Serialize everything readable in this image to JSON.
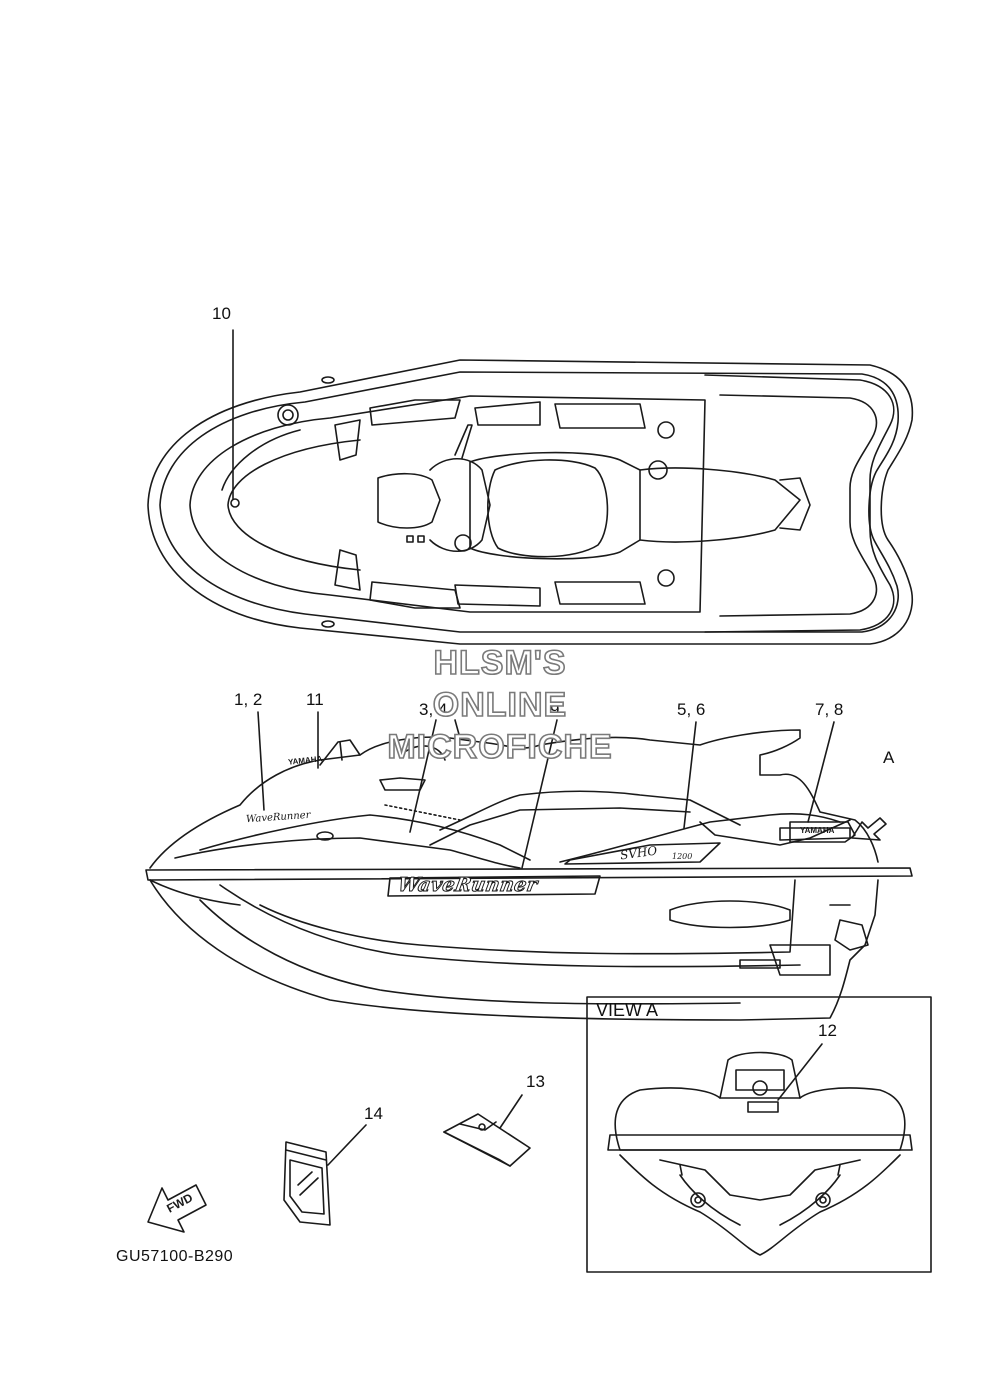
{
  "watermark": {
    "line1": "HLSM'S",
    "line2": "ONLINE",
    "line3": "MICROFICHE"
  },
  "callouts": {
    "c10": "10",
    "c1_2": "1, 2",
    "c11": "11",
    "c3_4": "3, 4",
    "c9": "9",
    "c5_6": "5, 6",
    "c7_8": "7, 8",
    "cA": "A",
    "c12": "12",
    "c13": "13",
    "c14": "14"
  },
  "view_a": {
    "title": "VIEW A"
  },
  "diagram_code": "GU57100-B290",
  "decals": {
    "waverunner_large": "WaveRunner",
    "waverunner_small": "WaveRunner",
    "yamaha": "YAMAHA",
    "svho": "SVHO",
    "svho_num": "1200",
    "fwd": "FWD"
  },
  "colors": {
    "line": "#1a1a1a",
    "watermark_outline": "#7a7a7a"
  }
}
